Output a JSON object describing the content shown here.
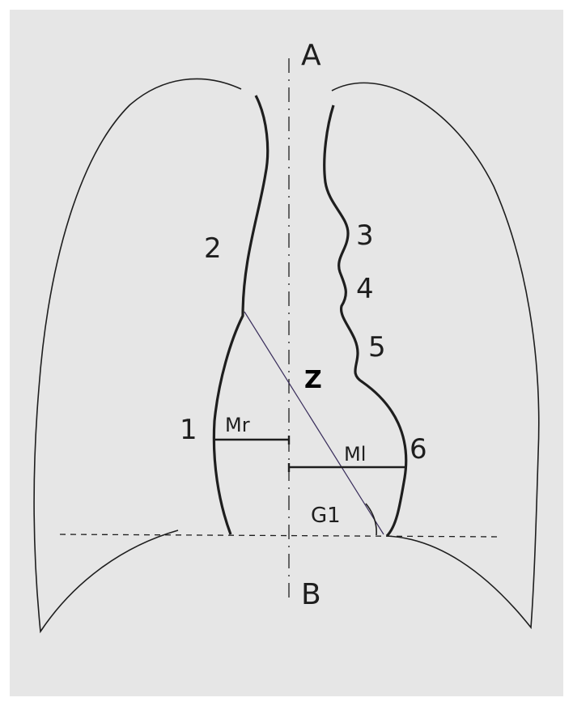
{
  "diagram": {
    "colors": {
      "background": "#ffffff",
      "paper": "#e6e6e6",
      "ink": "#1e1e1e",
      "diagonal": "#3a2e5c"
    },
    "labels": {
      "axis_top": "A",
      "axis_bottom": "B",
      "contour_1": "1",
      "contour_2": "2",
      "contour_3": "3",
      "contour_4": "4",
      "contour_5": "5",
      "contour_6": "6",
      "z": "Z",
      "mr": "Mr",
      "ml": "Ml",
      "angle": "G1"
    }
  }
}
